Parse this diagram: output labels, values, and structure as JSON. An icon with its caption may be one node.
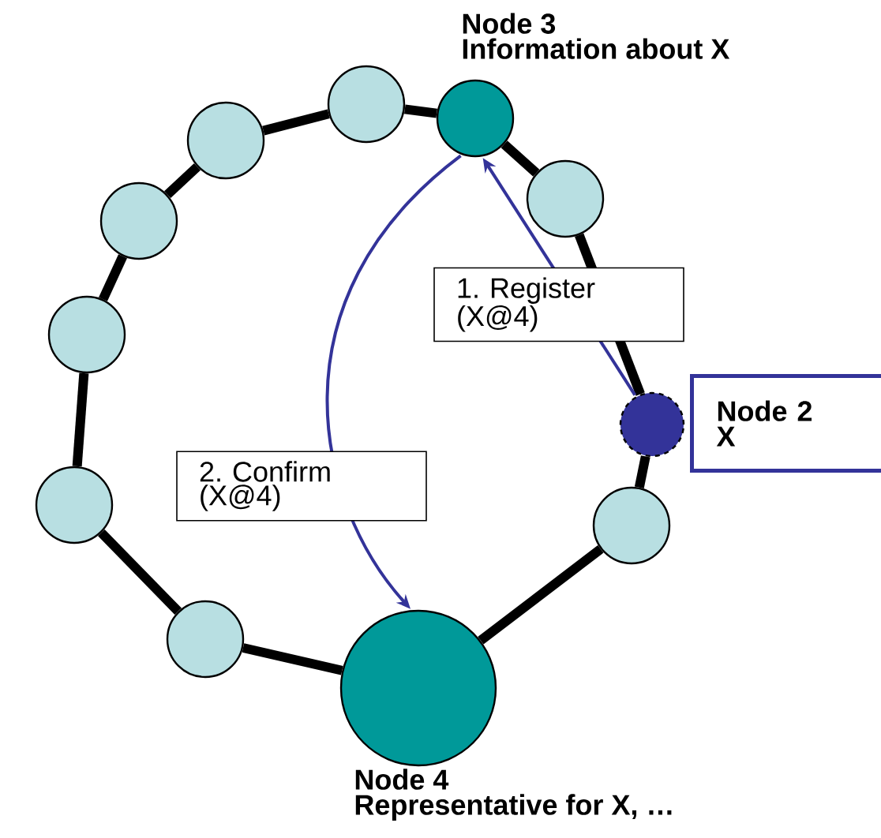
{
  "diagram": {
    "nodes": [
      {
        "text": [
          "Node 3",
          "Information about X"
        ]
      },
      {
        "text": [],
        "shape": "circle"
      },
      {
        "text": [],
        "shape": "circle"
      },
      {
        "text": [],
        "shape": "circle"
      },
      {
        "text": [],
        "shape": "circle"
      },
      {
        "text": [
          "Node 2",
          "X"
        ]
      },
      {
        "text": [],
        "shape": "circle"
      },
      {
        "text": [],
        "shape": "circle"
      },
      {
        "text": [],
        "shape": "circle"
      },
      {
        "text": [],
        "shape": "circle"
      },
      {
        "text": [],
        "shape": "circle"
      },
      {
        "text": [
          "Node 4",
          "Representative for X, …"
        ]
      }
    ],
    "edges": [
      {
        "from": 0,
        "to": 4,
        "arrow": "none"
      },
      {
        "from": 4,
        "to": 6,
        "arrow": "none"
      },
      {
        "from": 6,
        "to": 9,
        "arrow": "none"
      },
      {
        "from": 9,
        "to": 11,
        "arrow": "none"
      },
      {
        "from": 11,
        "to": 10,
        "arrow": "none"
      },
      {
        "from": 10,
        "to": 8,
        "arrow": "none"
      },
      {
        "from": 8,
        "to": 7,
        "arrow": "none"
      },
      {
        "from": 7,
        "to": 3,
        "arrow": "none"
      },
      {
        "from": 3,
        "to": 2,
        "arrow": "none"
      },
      {
        "from": 2,
        "to": 1,
        "arrow": "none"
      },
      {
        "from": 1,
        "to": 0,
        "arrow": "none"
      },
      {
        "from": 6,
        "to": 0,
        "arrow": "to",
        "label": "1. Register (X@4)",
        "color": "#333399"
      },
      {
        "from": 0,
        "to": 11,
        "arrow": "to",
        "label": "2. Confirm (X@4)",
        "color": "#333399"
      }
    ]
  }
}
